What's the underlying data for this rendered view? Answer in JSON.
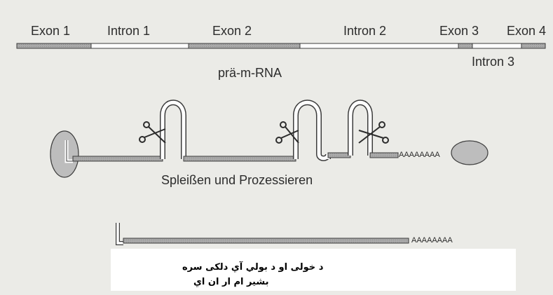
{
  "labels": {
    "exon1": "Exon 1",
    "intron1": "Intron 1",
    "exon2": "Exon 2",
    "intron2": "Intron 2",
    "exon3": "Exon 3",
    "exon4": "Exon 4",
    "intron3": "Intron 3",
    "pre_mrna": "prä-m-RNA",
    "splicing": "Spleißen und Prozessieren",
    "poly_a_1": "AAAAAAAA",
    "poly_a_2": "AAAAAAAA"
  },
  "caption": {
    "line1": "د خولی او د بولي آي دلکی سره",
    "line2": "بشیر ام ار ان اي"
  },
  "colors": {
    "background": "#ebebe7",
    "exon_fill": "#a9a9a9",
    "intron_fill": "#ffffff",
    "outline": "#3c3c3c",
    "cap_fill": "#bdbdbd",
    "caption_box": "#ffffff"
  }
}
